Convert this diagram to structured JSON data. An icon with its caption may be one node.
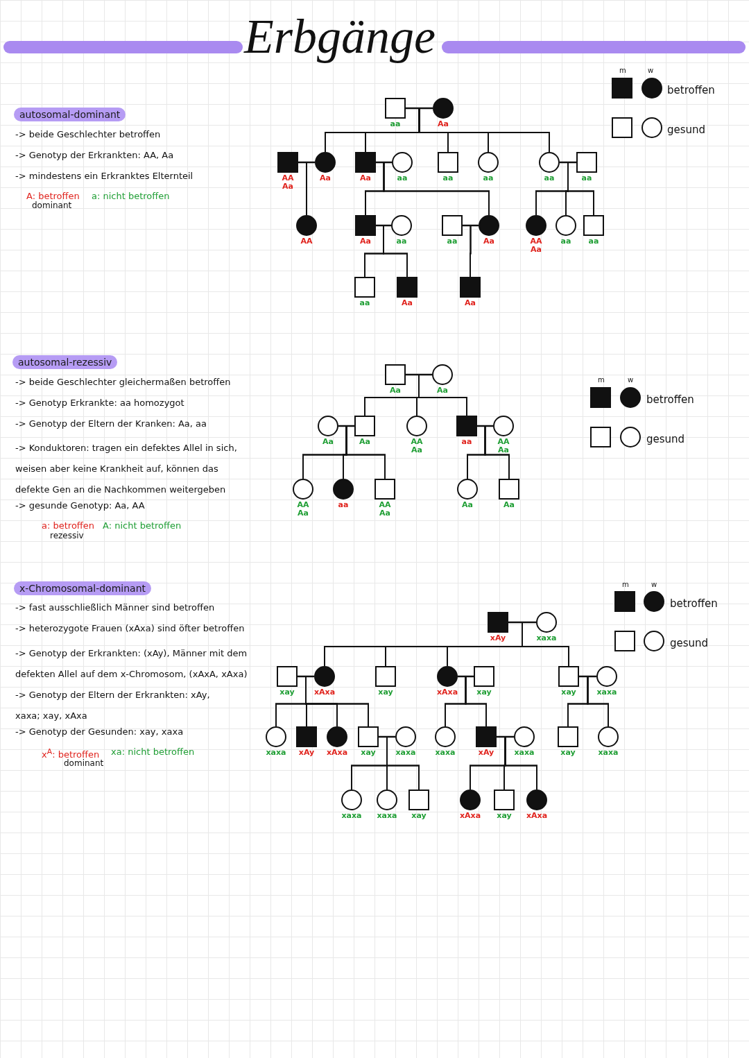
{
  "diagram": {
    "title": "Erbgänge",
    "nodes": [
      {
        "text": [],
        "shape": "box",
        "beside": [
          "aa"
        ]
      },
      {
        "text": [],
        "shape": "circle",
        "beside": [
          "Aa"
        ]
      },
      {
        "text": [],
        "shape": "box",
        "beside": [
          "AA Aa"
        ]
      },
      {
        "text": [],
        "shape": "circle",
        "beside": [
          "Aa"
        ]
      },
      {
        "text": [],
        "shape": "box",
        "beside": [
          "Aa"
        ]
      },
      {
        "text": [],
        "shape": "circle",
        "beside": [
          "aa"
        ]
      },
      {
        "text": [],
        "shape": "box",
        "beside": [
          "aa"
        ]
      },
      {
        "text": [],
        "shape": "circle",
        "beside": [
          "aa"
        ]
      },
      {
        "text": [],
        "shape": "circle",
        "beside": [
          "aa"
        ]
      },
      {
        "text": [],
        "shape": "box",
        "beside": [
          "aa"
        ]
      },
      {
        "text": [],
        "shape": "circle",
        "beside": [
          "AA"
        ]
      },
      {
        "text": [],
        "shape": "box",
        "beside": [
          "Aa"
        ]
      },
      {
        "text": [],
        "shape": "circle",
        "beside": [
          "aa"
        ]
      },
      {
        "text": [],
        "shape": "box",
        "beside": [
          "aa"
        ]
      },
      {
        "text": [],
        "shape": "circle",
        "beside": [
          "Aa"
        ]
      },
      {
        "text": [],
        "shape": "circle",
        "beside": [
          "AA Aa"
        ]
      },
      {
        "text": [],
        "shape": "circle",
        "beside": [
          "aa"
        ]
      },
      {
        "text": [],
        "shape": "box",
        "beside": [
          "aa"
        ]
      },
      {
        "text": [],
        "shape": "box",
        "beside": [
          "aa"
        ]
      },
      {
        "text": [],
        "shape": "box",
        "beside": [
          "Aa"
        ]
      },
      {
        "text": [],
        "shape": "box",
        "beside": [
          "Aa"
        ]
      },
      {
        "text": [],
        "shape": "box",
        "beside": [
          "Aa"
        ]
      },
      {
        "text": [],
        "shape": "circle",
        "beside": [
          "Aa"
        ]
      },
      {
        "text": [],
        "shape": "circle",
        "beside": [
          "Aa"
        ]
      },
      {
        "text": [],
        "shape": "box",
        "beside": [
          "Aa"
        ]
      },
      {
        "text": [],
        "shape": "circle",
        "beside": [
          "AA Aa"
        ]
      },
      {
        "text": [],
        "shape": "box",
        "beside": [
          "aa"
        ]
      },
      {
        "text": [],
        "shape": "circle",
        "beside": [
          "AA Aa"
        ]
      },
      {
        "text": [],
        "shape": "circle",
        "beside": [
          "AA Aa"
        ]
      },
      {
        "text": [],
        "shape": "circle",
        "beside": [
          "aa"
        ]
      },
      {
        "text": [],
        "shape": "box",
        "beside": [
          "AA Aa"
        ]
      },
      {
        "text": [],
        "shape": "circle",
        "beside": [
          "Aa"
        ]
      },
      {
        "text": [],
        "shape": "box",
        "beside": [
          "Aa"
        ]
      },
      {
        "text": [],
        "shape": "box",
        "beside": [
          "xAy"
        ]
      },
      {
        "text": [],
        "shape": "circle",
        "beside": [
          "xaxa"
        ]
      },
      {
        "text": [],
        "shape": "box",
        "beside": [
          "xay"
        ]
      },
      {
        "text": [],
        "shape": "circle",
        "beside": [
          "xAxa"
        ]
      },
      {
        "text": [],
        "shape": "box",
        "beside": [
          "xay"
        ]
      },
      {
        "text": [],
        "shape": "circle",
        "beside": [
          "xAxa"
        ]
      },
      {
        "text": [],
        "shape": "box",
        "beside": [
          "xay"
        ]
      },
      {
        "text": [],
        "shape": "box",
        "beside": [
          "xay"
        ]
      },
      {
        "text": [],
        "shape": "circle",
        "beside": [
          "xaxa"
        ]
      },
      {
        "text": [],
        "shape": "circle",
        "beside": [
          "xaxa"
        ]
      },
      {
        "text": [],
        "shape": "box",
        "beside": [
          "xAy"
        ]
      },
      {
        "text": [],
        "shape": "circle",
        "beside": [
          "xAxa"
        ]
      },
      {
        "text": [],
        "shape": "box",
        "beside": [
          "xay"
        ]
      },
      {
        "text": [],
        "shape": "circle",
        "beside": [
          "xaxa"
        ]
      },
      {
        "text": [],
        "shape": "circle",
        "beside": [
          "xaxa"
        ]
      },
      {
        "text": [],
        "shape": "box",
        "beside": [
          "xAy"
        ]
      },
      {
        "text": [],
        "shape": "circle",
        "beside": [
          "xaxa"
        ]
      },
      {
        "text": [],
        "shape": "box",
        "beside": [
          "xay"
        ]
      },
      {
        "text": [],
        "shape": "circle",
        "beside": [
          "xaxa"
        ]
      },
      {
        "text": [],
        "shape": "circle",
        "beside": [
          "xaxa"
        ]
      },
      {
        "text": [],
        "shape": "circle",
        "beside": [
          "xaxa"
        ]
      },
      {
        "text": [],
        "shape": "box",
        "beside": [
          "xay"
        ]
      },
      {
        "text": [],
        "shape": "circle",
        "beside": [
          "xAxa"
        ]
      },
      {
        "text": [],
        "shape": "box",
        "beside": [
          "xay"
        ]
      },
      {
        "text": [],
        "shape": "circle",
        "beside": [
          "xAxa"
        ]
      },
      {
        "text": [],
        "shape": "bar"
      },
      {
        "text": [],
        "shape": "bar"
      }
    ],
    "edges": [
      {
        "from": 0,
        "to": 1,
        "arrow": "none"
      },
      {
        "from": 0,
        "to": 3,
        "arrow": "none"
      },
      {
        "from": 1,
        "to": 3,
        "arrow": "none"
      },
      {
        "from": 0,
        "to": 4,
        "arrow": "none"
      },
      {
        "from": 1,
        "to": 4,
        "arrow": "none"
      },
      {
        "from": 0,
        "to": 6,
        "arrow": "none"
      },
      {
        "from": 1,
        "to": 6,
        "arrow": "none"
      },
      {
        "from": 0,
        "to": 7,
        "arrow": "none"
      },
      {
        "from": 1,
        "to": 7,
        "arrow": "none"
      },
      {
        "from": 0,
        "to": 8,
        "arrow": "none"
      },
      {
        "from": 1,
        "to": 8,
        "arrow": "none"
      },
      {
        "from": 2,
        "to": 3,
        "arrow": "none"
      },
      {
        "from": 2,
        "to": 10,
        "arrow": "none"
      },
      {
        "from": 3,
        "to": 10,
        "arrow": "none"
      },
      {
        "from": 4,
        "to": 5,
        "arrow": "none"
      },
      {
        "from": 4,
        "to": 11,
        "arrow": "none"
      },
      {
        "from": 5,
        "to": 11,
        "arrow": "none"
      },
      {
        "from": 4,
        "to": 14,
        "arrow": "none"
      },
      {
        "from": 5,
        "to": 14,
        "arrow": "none"
      },
      {
        "from": 8,
        "to": 9,
        "arrow": "none"
      },
      {
        "from": 8,
        "to": 15,
        "arrow": "none"
      },
      {
        "from": 9,
        "to": 15,
        "arrow": "none"
      },
      {
        "from": 8,
        "to": 16,
        "arrow": "none"
      },
      {
        "from": 9,
        "to": 16,
        "arrow": "none"
      },
      {
        "from": 8,
        "to": 17,
        "arrow": "none"
      },
      {
        "from": 9,
        "to": 17,
        "arrow": "none"
      },
      {
        "from": 11,
        "to": 12,
        "arrow": "none"
      },
      {
        "from": 11,
        "to": 18,
        "arrow": "none"
      },
      {
        "from": 12,
        "to": 18,
        "arrow": "none"
      },
      {
        "from": 11,
        "to": 19,
        "arrow": "none"
      },
      {
        "from": 12,
        "to": 19,
        "arrow": "none"
      },
      {
        "from": 13,
        "to": 14,
        "arrow": "none"
      },
      {
        "from": 13,
        "to": 20,
        "arrow": "none"
      },
      {
        "from": 14,
        "to": 20,
        "arrow": "none"
      },
      {
        "from": 21,
        "to": 22,
        "arrow": "none"
      },
      {
        "from": 21,
        "to": 24,
        "arrow": "none"
      },
      {
        "from": 22,
        "to": 24,
        "arrow": "none"
      },
      {
        "from": 21,
        "to": 25,
        "arrow": "none"
      },
      {
        "from": 22,
        "to": 25,
        "arrow": "none"
      },
      {
        "from": 21,
        "to": 26,
        "arrow": "none"
      },
      {
        "from": 22,
        "to": 26,
        "arrow": "none"
      },
      {
        "from": 23,
        "to": 24,
        "arrow": "none"
      },
      {
        "from": 23,
        "to": 28,
        "arrow": "none"
      },
      {
        "from": 24,
        "to": 28,
        "arrow": "none"
      },
      {
        "from": 23,
        "to": 29,
        "arrow": "none"
      },
      {
        "from": 24,
        "to": 29,
        "arrow": "none"
      },
      {
        "from": 23,
        "to": 30,
        "arrow": "none"
      },
      {
        "from": 24,
        "to": 30,
        "arrow": "none"
      },
      {
        "from": 26,
        "to": 27,
        "arrow": "none"
      },
      {
        "from": 26,
        "to": 31,
        "arrow": "none"
      },
      {
        "from": 27,
        "to": 31,
        "arrow": "none"
      },
      {
        "from": 26,
        "to": 32,
        "arrow": "none"
      },
      {
        "from": 27,
        "to": 32,
        "arrow": "none"
      },
      {
        "from": 33,
        "to": 34,
        "arrow": "none"
      },
      {
        "from": 33,
        "to": 36,
        "arrow": "none"
      },
      {
        "from": 34,
        "to": 36,
        "arrow": "none"
      },
      {
        "from": 33,
        "to": 37,
        "arrow": "none"
      },
      {
        "from": 34,
        "to": 37,
        "arrow": "none"
      },
      {
        "from": 33,
        "to": 38,
        "arrow": "none"
      },
      {
        "from": 34,
        "to": 38,
        "arrow": "none"
      },
      {
        "from": 33,
        "to": 40,
        "arrow": "none"
      },
      {
        "from": 34,
        "to": 40,
        "arrow": "none"
      },
      {
        "from": 35,
        "to": 36,
        "arrow": "none"
      },
      {
        "from": 35,
        "to": 42,
        "arrow": "none"
      },
      {
        "from": 36,
        "to": 42,
        "arrow": "none"
      },
      {
        "from": 35,
        "to": 43,
        "arrow": "none"
      },
      {
        "from": 36,
        "to": 43,
        "arrow": "none"
      },
      {
        "from": 35,
        "to": 44,
        "arrow": "none"
      },
      {
        "from": 36,
        "to": 44,
        "arrow": "none"
      },
      {
        "from": 35,
        "to": 45,
        "arrow": "none"
      },
      {
        "from": 36,
        "to": 45,
        "arrow": "none"
      },
      {
        "from": 38,
        "to": 39,
        "arrow": "none"
      },
      {
        "from": 38,
        "to": 47,
        "arrow": "none"
      },
      {
        "from": 39,
        "to": 47,
        "arrow": "none"
      },
      {
        "from": 38,
        "to": 48,
        "arrow": "none"
      },
      {
        "from": 39,
        "to": 48,
        "arrow": "none"
      },
      {
        "from": 40,
        "to": 41,
        "arrow": "none"
      },
      {
        "from": 40,
        "to": 50,
        "arrow": "none"
      },
      {
        "from": 41,
        "to": 50,
        "arrow": "none"
      },
      {
        "from": 40,
        "to": 51,
        "arrow": "none"
      },
      {
        "from": 41,
        "to": 51,
        "arrow": "none"
      },
      {
        "from": 45,
        "to": 46,
        "arrow": "none"
      },
      {
        "from": 45,
        "to": 52,
        "arrow": "none"
      },
      {
        "from": 46,
        "to": 52,
        "arrow": "none"
      },
      {
        "from": 45,
        "to": 53,
        "arrow": "none"
      },
      {
        "from": 46,
        "to": 53,
        "arrow": "none"
      },
      {
        "from": 45,
        "to": 54,
        "arrow": "none"
      },
      {
        "from": 46,
        "to": 54,
        "arrow": "none"
      },
      {
        "from": 48,
        "to": 49,
        "arrow": "none"
      },
      {
        "from": 48,
        "to": 55,
        "arrow": "none"
      },
      {
        "from": 49,
        "to": 55,
        "arrow": "none"
      },
      {
        "from": 48,
        "to": 56,
        "arrow": "none"
      },
      {
        "from": 49,
        "to": 56,
        "arrow": "none"
      },
      {
        "from": 48,
        "to": 57,
        "arrow": "none"
      },
      {
        "from": 49,
        "to": 57,
        "arrow": "none"
      }
    ],
    "labels": [
      "m",
      "w",
      "autosomal-dominant",
      "-> beide Geschlechter betroffen",
      "-> Genotyp der Erkrankten: AA, Aa",
      "-> mindestens ein Erkranktes Elternteil",
      "A: betroffen",
      "a: nicht betroffen",
      "dominant",
      "m",
      "w",
      "autosomal-rezessiv",
      "-> beide Geschlechter gleichermaßen betroffen",
      "-> Genotyp Erkrankte: aa homozygot",
      "-> Genotyp der Eltern der Kranken: Aa, aa",
      "-> Konduktoren: tragen ein defektes Allel in sich, weisen aber keine Krankheit auf, können das defekte Gen an die Nachkommen weitergeben",
      "-> gesunde Genotyp: Aa, AA",
      "a: betroffen",
      "A: nicht betroffen",
      "rezessiv",
      "m",
      "w",
      "x-Chromosomal-dominant",
      "-> fast ausschließlich Männer sind betroffen",
      "-> heterozygote Frauen (xAxa) sind öfter betroffen",
      "-> Genotyp der Erkrankten: (xAy), Männer mit dem defekten Allel auf dem x-Chromosom, (xAxA, xAxa)",
      "-> Genotyp der Eltern der Erkrankten: xAy, xaxa; xay, xAxa",
      "-> Genotyp der Gesunden: xay, xaxa",
      "x$^{A}$: betroffen",
      "xa: nicht betroffen",
      "dominant"
    ],
    "legend": [
      {
        "text": "betroffen"
      },
      {
        "text": "gesund"
      },
      {
        "text": "betroffen"
      },
      {
        "text": "gesund"
      },
      {
        "text": "betroffen"
      },
      {
        "text": "gesund"
      }
    ]
  }
}
